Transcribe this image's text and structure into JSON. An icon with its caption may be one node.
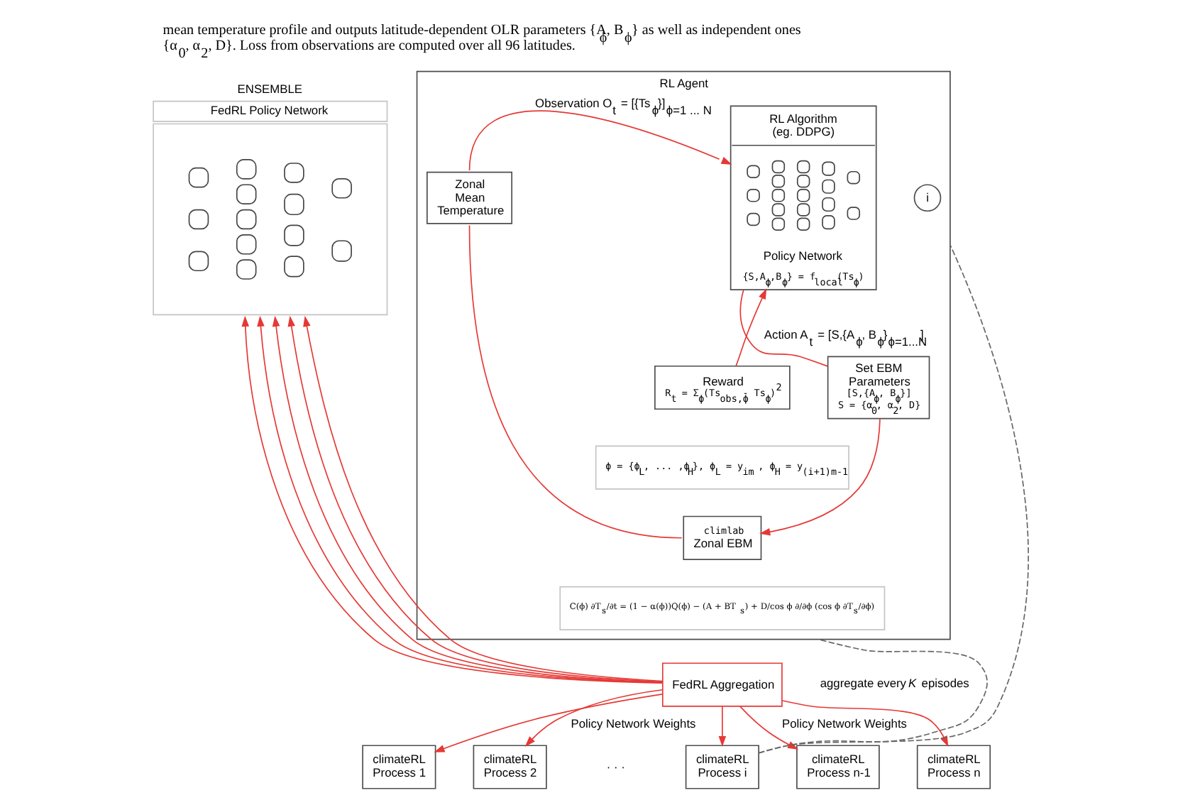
{
  "diagram": {
    "caption": "mean temperature profile and outputs latitude-dependent OLR parameters {A$_{ϕ}$, B$_{ϕ}$} as well as independent ones {α$_{0}$, α$_{2}$, D}. Loss from observations are computed over all 96 latitudes.",
    "nodes": [
      {
        "text": [
          "ENSEMBLE",
          "FedRL Policy Network"
        ]
      },
      {
        "text": [
          "RL Agent"
        ]
      },
      {
        "text": [
          "i"
        ],
        "in": 1
      },
      {
        "text": [
          "RL Algorithm (eg. DDPG)",
          "Policy Network",
          "{S,A$_{ϕ}$,B$_{ϕ}$} = f$_{local}$(Ts$_{ϕ}$)"
        ],
        "in": 1
      },
      {
        "text": [
          "Zonal Mean Temperature"
        ],
        "in": 1
      },
      {
        "text": [
          "Set EBM Parameters",
          "[S,{A$_{ϕ}$, B$_{ϕ}$}]",
          "S = {α$_{0}$, α$_{2}$, D}"
        ],
        "in": 1
      },
      {
        "text": [
          "Reward",
          "R$_{t}$ = Σ$_{ϕ}$(Ts$_{obs,ϕ}$- Ts$_{ϕ}$)$^{2}$"
        ],
        "in": 1
      },
      {
        "text": [
          "ϕ = {ϕ$_{L}$, ... ,ϕ$_{H}$}, ϕ$_{L}$ = y$_{im}$ , ϕ$_{H}$ = y$_{(i+1)m-1}$"
        ],
        "in": 1
      },
      {
        "text": [
          "climlab",
          "Zonal EBM"
        ],
        "in": 1
      },
      {
        "text": [
          "C(ϕ) ∂T$_{s}$/∂t = (1 − α(ϕ))Q(ϕ) − (A + BT$_{s}$) + D/cos ϕ ∂/∂ϕ (cos ϕ ∂T$_{s}$/∂ϕ)"
        ],
        "in": 1
      },
      {
        "text": [
          "FedRL Aggregation"
        ],
        "beside": [
          "aggregate every *K* episodes"
        ]
      },
      {
        "text": [
          "climateRL Process 1"
        ]
      },
      {
        "text": [
          "climateRL Process 2"
        ]
      },
      {
        "text": [
          "climateRL Process i"
        ]
      },
      {
        "text": [
          "climateRL Process n-1"
        ]
      },
      {
        "text": [
          "climateRL Process n"
        ]
      }
    ],
    "edges": [
      {
        "from": 10,
        "to": 0,
        "arrow": "to"
      },
      {
        "from": 10,
        "to": 0,
        "arrow": "to"
      },
      {
        "from": 10,
        "to": 0,
        "arrow": "to"
      },
      {
        "from": 10,
        "to": 0,
        "arrow": "to"
      },
      {
        "from": 10,
        "to": 0,
        "arrow": "to"
      },
      {
        "from": 10,
        "to": 11,
        "arrow": "to"
      },
      {
        "from": 10,
        "to": 12,
        "arrow": "to",
        "label": "Policy Network Weights"
      },
      {
        "from": 10,
        "to": 13,
        "arrow": "to"
      },
      {
        "from": 10,
        "to": 14,
        "arrow": "to",
        "label": "Policy Network Weights"
      },
      {
        "from": 10,
        "to": 15,
        "arrow": "to"
      },
      {
        "from": 4,
        "to": 3,
        "arrow": "to",
        "label": "Observation O$_{t}$ = [{Ts$_{ϕ}$}]$_{ϕ=1 ... N}$"
      },
      {
        "from": 3,
        "to": 5,
        "arrow": "none",
        "label": "Action A$_{t}$ = [S,{A$_{ϕ}$, B$_{ϕ}$}$_{ϕ=1...N}$]"
      },
      {
        "from": 6,
        "to": 3,
        "arrow": "to"
      },
      {
        "from": 5,
        "to": 8,
        "arrow": "to"
      },
      {
        "from": 8,
        "to": 4,
        "arrow": "none"
      },
      {
        "from": 13,
        "to": 1,
        "arrow": "none",
        "style": "dashed",
        "color": "#666666"
      },
      {
        "from": 13,
        "to": 1,
        "arrow": "none",
        "style": "dashed",
        "color": "#666666"
      }
    ],
    "labels": [
      "· · ·"
    ]
  }
}
